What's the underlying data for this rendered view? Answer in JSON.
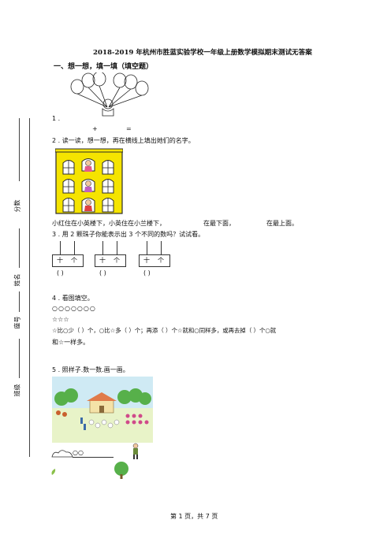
{
  "title": "2018-2019 年杭州市胜蓝实验学校一年级上册数学模拟期末测试无答案",
  "section1": "一、想一想，填一填（填空题）",
  "side_labels": {
    "score": "分数",
    "name": "姓名",
    "seat": "座号",
    "class": "班级"
  },
  "q1": {
    "number": "1 .",
    "plus": "+",
    "equals": "="
  },
  "q2": {
    "text": "2 .  读一读，想一想，再在横线上填出她们的名字。",
    "sentence_parts": [
      "小红住在小英楼下，小英住在小兰楼下，",
      "在最下面，",
      "在最上面。"
    ]
  },
  "q3": {
    "text": "3 .  用 2 颗珠子你能表示出 3 个不同的数吗？试试看。",
    "abacus_labels": [
      {
        "tens": "十",
        "ones": "个"
      },
      {
        "tens": "十",
        "ones": "个"
      },
      {
        "tens": "十",
        "ones": "个"
      }
    ],
    "blank": "(      )"
  },
  "q4": {
    "text": "4 .  看图填空。",
    "row_circles": "○○○○○○○",
    "row_stars": "☆☆☆",
    "sentence": "☆比○少（        ）个，○比☆多（        ）个；再添（        ）个☆就和○同样多，或再去掉（        ）个○就",
    "sentence2": "和☆一样多。"
  },
  "q5": {
    "text": "5 .  照样子.数一数.画一画。",
    "example": "○○"
  },
  "footer": "第 1 页，共 7 页",
  "colors": {
    "building": "#f5e400",
    "building_outline": "#2b2b2b",
    "grass": "#cfe9a0",
    "sky": "#cfeaf4",
    "tree": "#57b04a",
    "roof": "#e07b4a"
  }
}
